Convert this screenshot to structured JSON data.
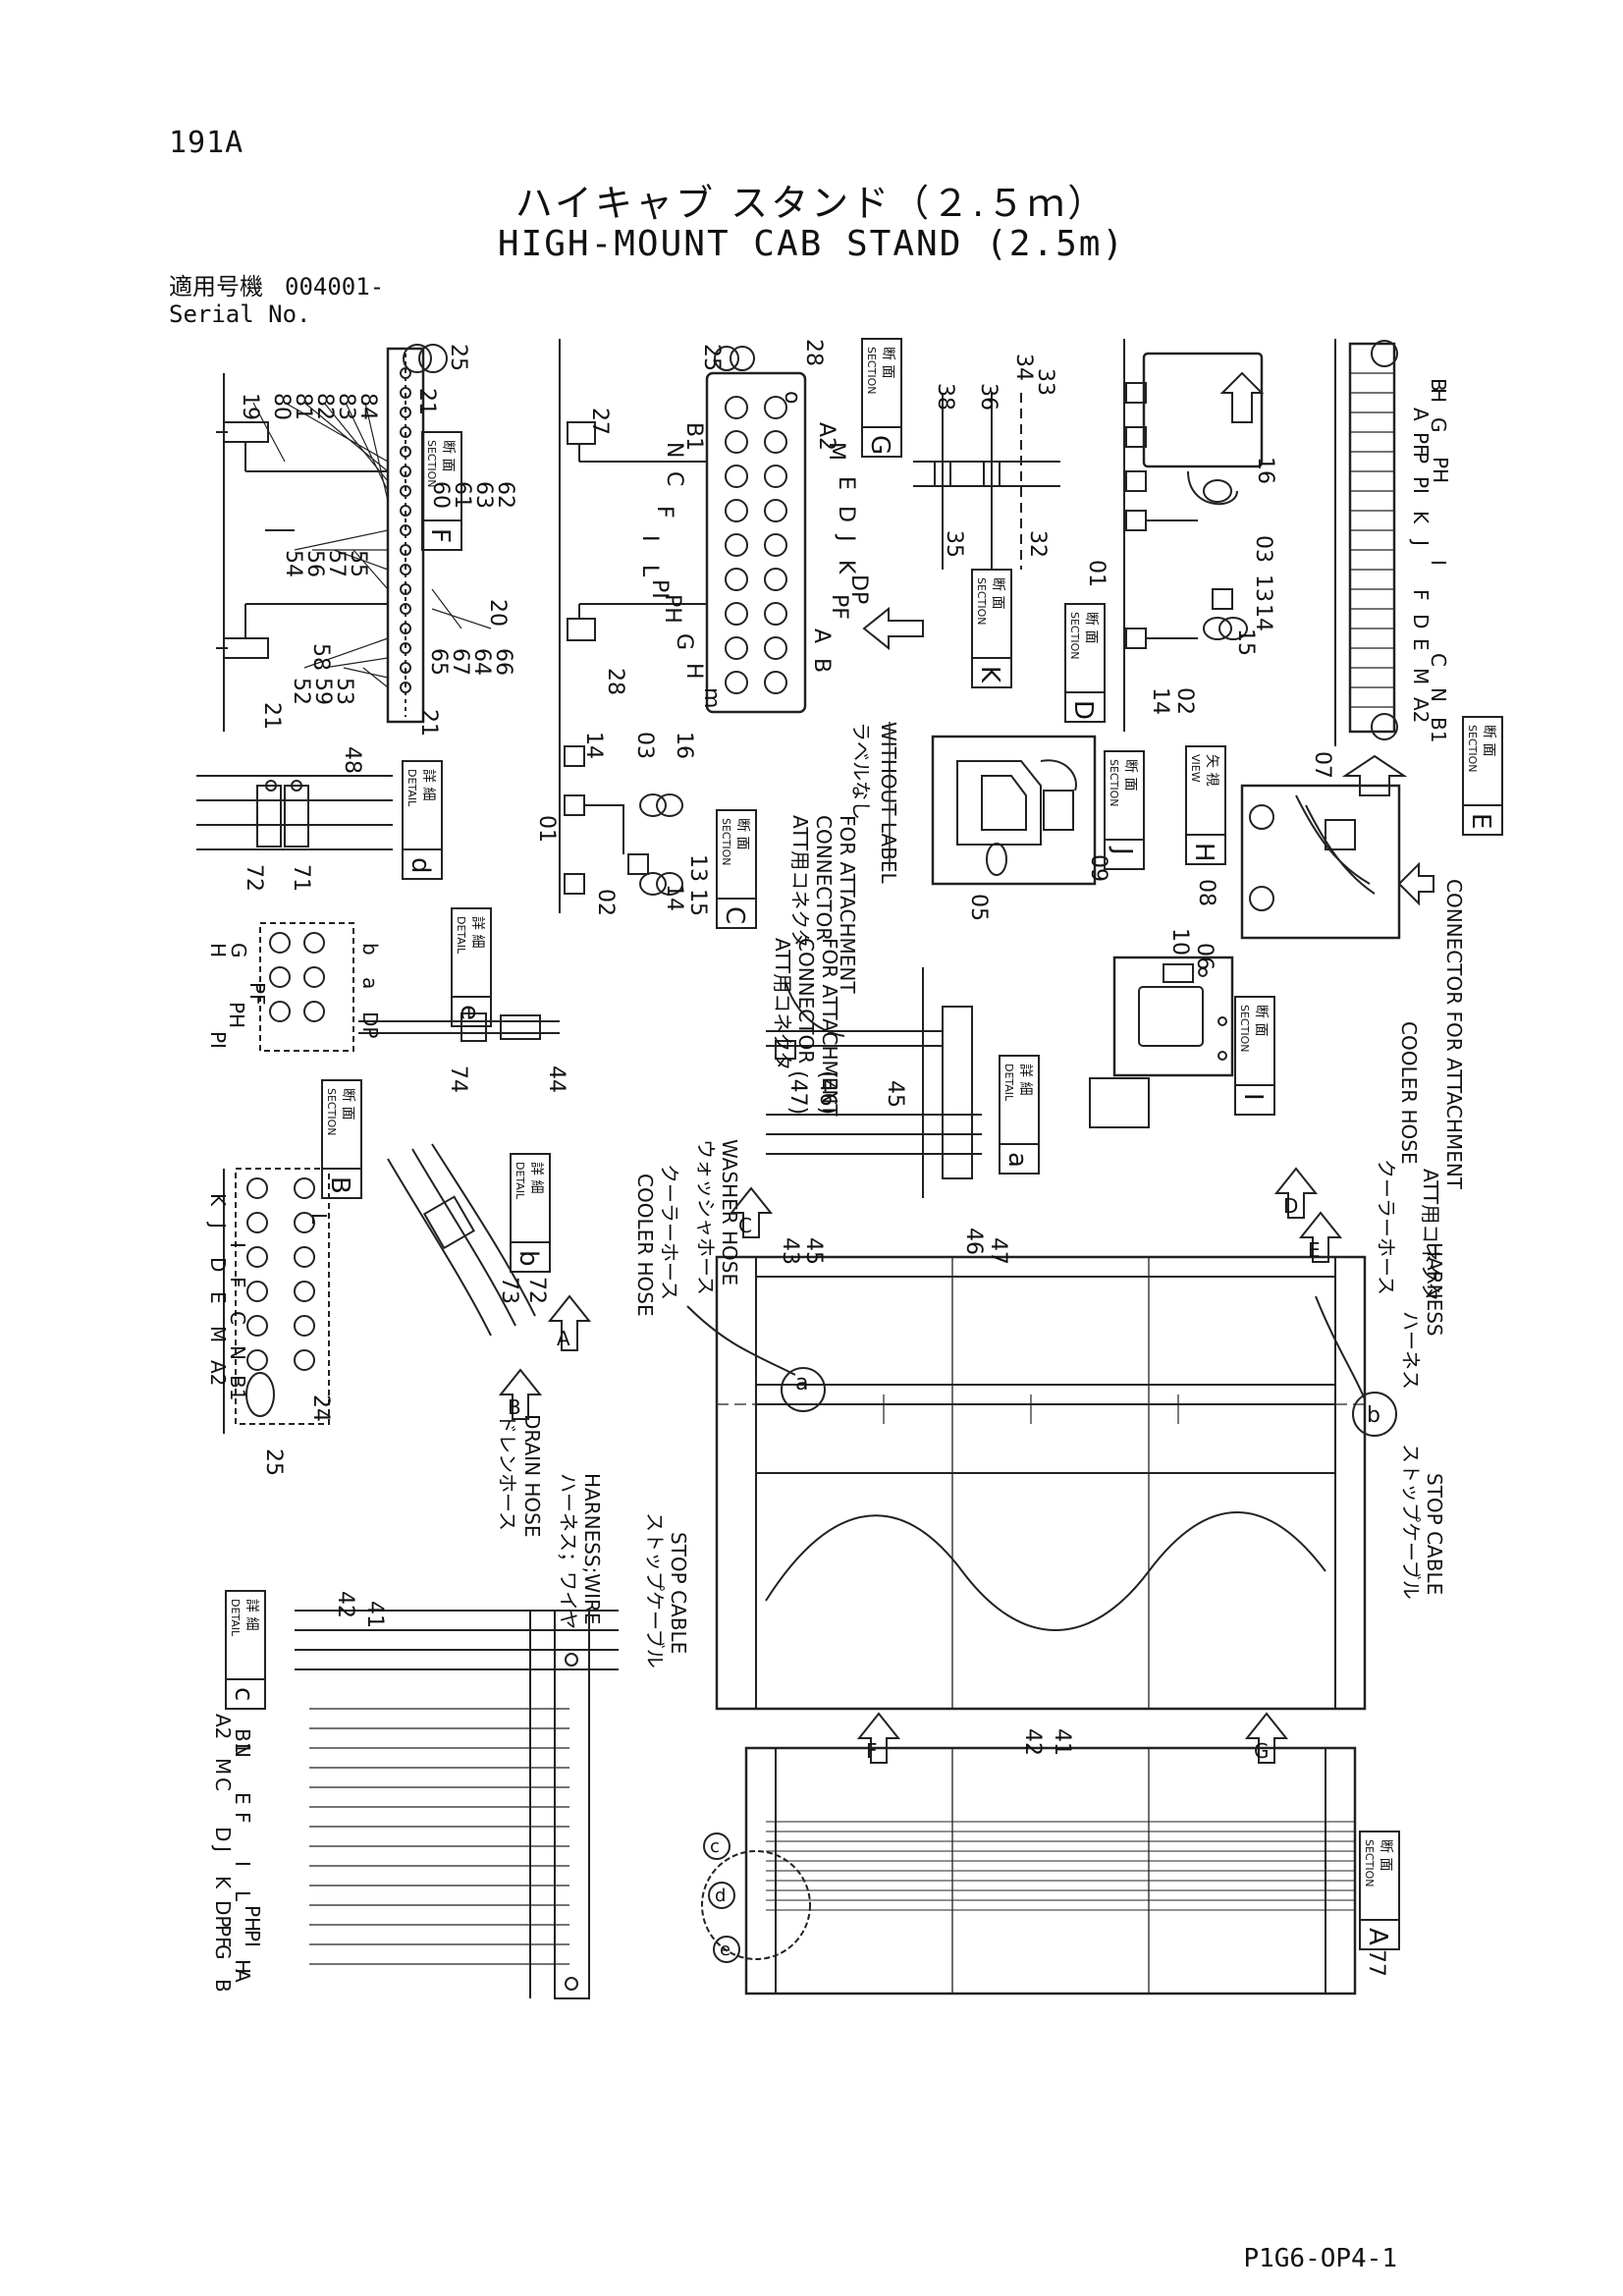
{
  "page_number": "191A",
  "title_jp": "ハイキャブ スタンド（２.５ｍ）",
  "title_en": "HIGH-MOUNT CAB STAND (2.5m)",
  "serial_jp": "適用号機",
  "serial_en": "Serial No.",
  "serial_value": "004001-",
  "figure_code": "P1G6-OP4-1",
  "sections": {
    "A": {
      "jp": "断 面",
      "en": "SECTION",
      "letter": "A"
    },
    "B": {
      "jp": "断 面",
      "en": "SECTION",
      "letter": "B"
    },
    "C": {
      "jp": "断 面",
      "en": "SECTION",
      "letter": "C"
    },
    "D": {
      "jp": "断 面",
      "en": "SECTION",
      "letter": "D"
    },
    "E": {
      "jp": "断 面",
      "en": "SECTION",
      "letter": "E"
    },
    "F": {
      "jp": "断 面",
      "en": "SECTION",
      "letter": "F"
    },
    "G": {
      "jp": "断 面",
      "en": "SECTION",
      "letter": "G"
    },
    "I": {
      "jp": "断 面",
      "en": "SECTION",
      "letter": "I"
    },
    "J": {
      "jp": "断 面",
      "en": "SECTION",
      "letter": "J"
    },
    "K": {
      "jp": "断 面",
      "en": "SECTION",
      "letter": "K"
    }
  },
  "view_h": {
    "jp": "矢 視",
    "en": "VIEW",
    "letter": "H"
  },
  "details": {
    "a": {
      "jp": "詳 細",
      "en": "DETAIL",
      "letter": "a"
    },
    "b": {
      "jp": "詳 細",
      "en": "DETAIL",
      "letter": "b"
    },
    "c": {
      "jp": "詳 細",
      "en": "DETAIL",
      "letter": "c"
    },
    "d": {
      "jp": "詳 細",
      "en": "DETAIL",
      "letter": "d"
    },
    "e": {
      "jp": "詳 細",
      "en": "DETAIL",
      "letter": "e"
    }
  },
  "labels": {
    "cooler_hose_jp": "クーラーホース",
    "cooler_hose_en": "COOLER HOSE",
    "washer_hose_jp": "ウォッシャホース",
    "washer_hose_en": "WASHER HOSE",
    "drain_hose_jp": "ドレンホース",
    "drain_hose_en": "DRAIN HOSE",
    "harness_wire_jp": "ハーネス；ワイヤ",
    "harness_wire_en": "HARNESS;WIRE",
    "stop_cable_jp": "ストップケーブル",
    "stop_cable_en": "STOP CABLE",
    "harness_jp": "ハーネス",
    "harness_en": "HARNESS",
    "att_connector_jp": "ATT用コネクタ",
    "att_connector_en1": "CONNECTOR",
    "att_connector_en2": "FOR ATTACHMENT",
    "att_connector_en_full": "CONNECTOR FOR ATTACHMENT",
    "without_label_jp": "ラベルなし",
    "without_label_en": "WITHOUT LABEL"
  },
  "port_letters_g": [
    "B1",
    "N",
    "C",
    "F",
    "I",
    "L",
    "PI",
    "PH",
    "G",
    "H",
    "m",
    "A2",
    "M",
    "E",
    "D",
    "J",
    "K",
    "DP",
    "PF",
    "A",
    "B",
    "o"
  ],
  "port_letters_e": [
    "H",
    "G",
    "PF",
    "PH",
    "PI",
    "K",
    "J",
    "I",
    "F",
    "D",
    "E",
    "C",
    "M",
    "N",
    "A2",
    "B1",
    "B",
    "A",
    "P"
  ],
  "port_letters_left": [
    "PI",
    "PH",
    "PF",
    "G",
    "H",
    "DP",
    "b",
    "a",
    "K",
    "J",
    "I",
    "D",
    "F",
    "E",
    "C",
    "M",
    "N",
    "A2",
    "B1",
    "L"
  ],
  "port_letters_c": [
    "A2",
    "B1",
    "N",
    "M",
    "C",
    "E",
    "F",
    "D",
    "J",
    "I",
    "K",
    "L",
    "DP",
    "PH",
    "PF",
    "PI",
    "G",
    "H",
    "A",
    "B"
  ],
  "part_numbers_f": [
    "19",
    "80",
    "81",
    "82",
    "83",
    "84",
    "25",
    "21",
    "54",
    "56",
    "57",
    "55",
    "60",
    "61",
    "63",
    "62",
    "20",
    "21",
    "52",
    "59",
    "53",
    "58",
    "65",
    "67",
    "64",
    "66",
    "21"
  ],
  "part_numbers_g": [
    "25",
    "28",
    "27",
    "28"
  ],
  "part_numbers_k": [
    "38",
    "36",
    "34",
    "33",
    "35",
    "32"
  ],
  "part_numbers_d": [
    "16",
    "03",
    "13",
    "14",
    "15",
    "01",
    "02",
    "14"
  ],
  "part_numbers_c": [
    "14",
    "03",
    "16",
    "01",
    "02",
    "13",
    "14",
    "15"
  ],
  "part_numbers_misc": [
    "48",
    "72",
    "71",
    "74",
    "44",
    "47",
    "46",
    "45",
    "73",
    "72",
    "24",
    "25",
    "05",
    "09",
    "07",
    "08",
    "10",
    "06",
    "42",
    "41",
    "43",
    "45",
    "46",
    "47",
    "42",
    "41",
    "77"
  ]
}
